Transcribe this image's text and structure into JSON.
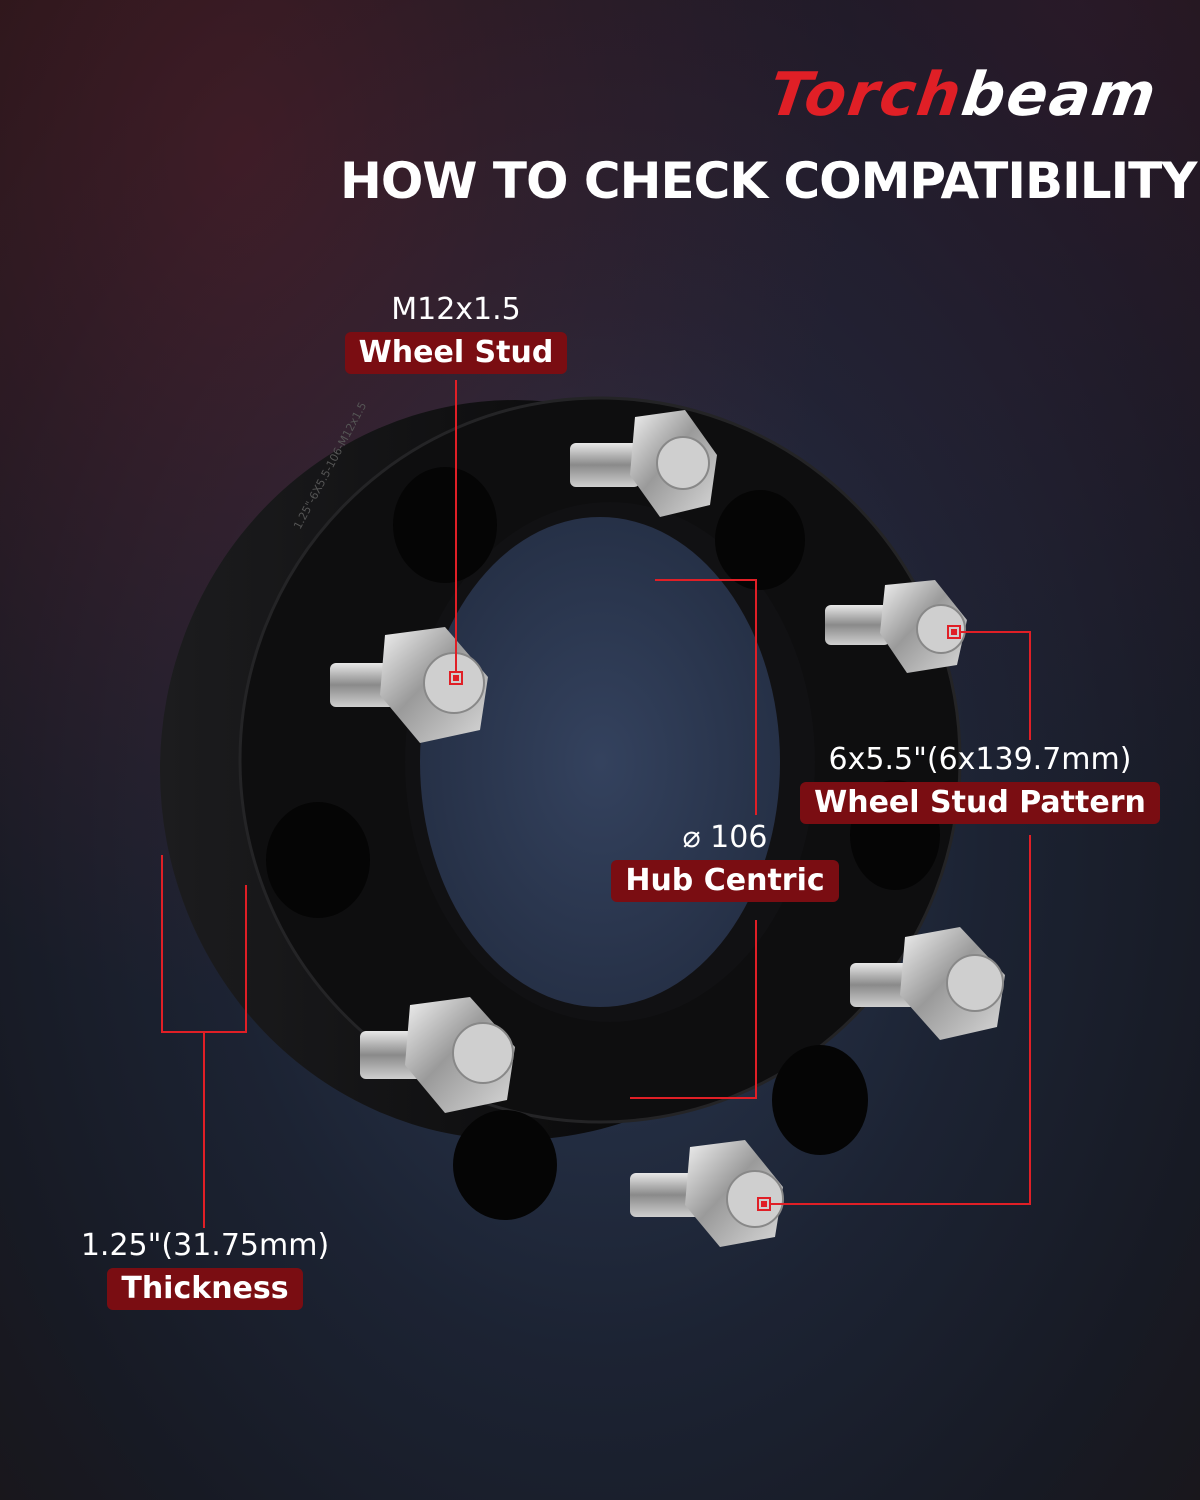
{
  "brand": {
    "logo_part1": "Torch",
    "logo_part2": "beam",
    "accent_color": "#e01f26",
    "tag_color": "#7a0d12"
  },
  "headline": "HOW TO CHECK COMPATIBILITY",
  "callouts": {
    "wheel_stud": {
      "value": "M12x1.5",
      "label": "Wheel Stud"
    },
    "stud_pattern": {
      "value": "6x5.5\"(6x139.7mm)",
      "label": "Wheel Stud Pattern"
    },
    "hub_centric": {
      "value": "⌀ 106",
      "label": "Hub Centric"
    },
    "thickness": {
      "value": "1.25\"(31.75mm)",
      "label": "Thickness"
    }
  },
  "product": {
    "stud_count": 6,
    "engraving": "1.25\"-6X5.5-106-M12x1.5"
  }
}
